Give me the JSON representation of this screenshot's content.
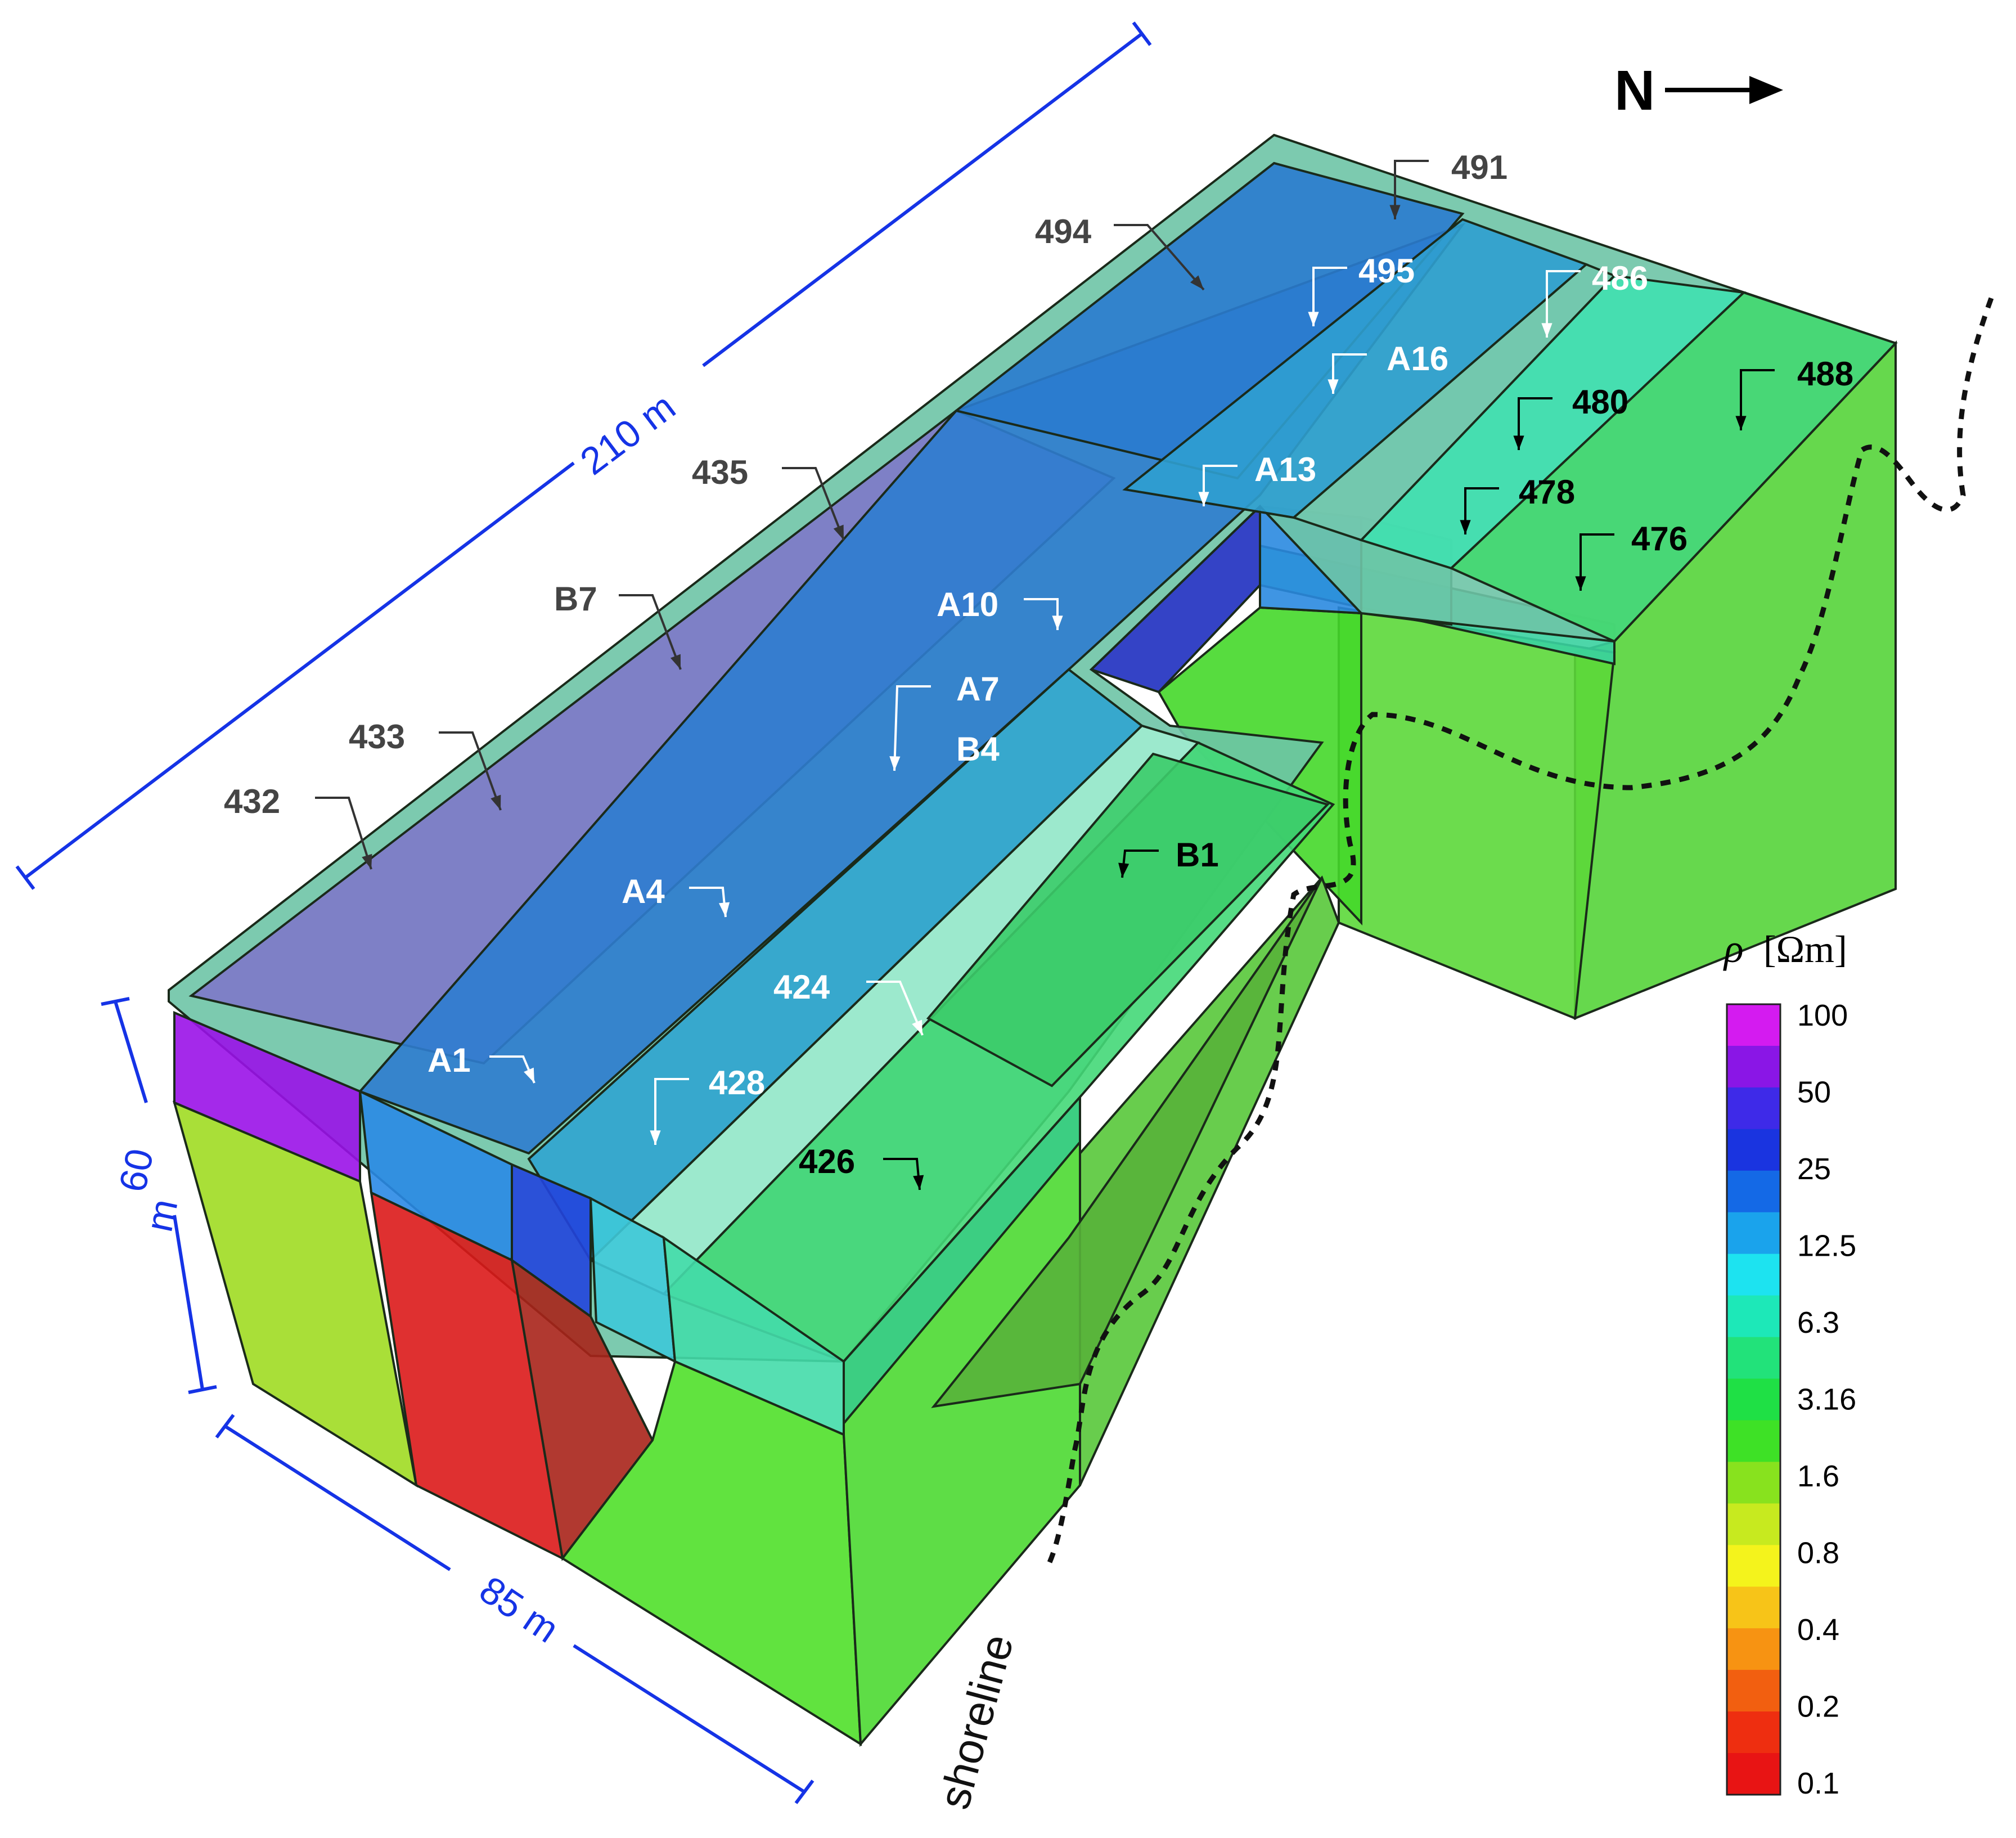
{
  "compass": {
    "label": "N"
  },
  "dimensions": {
    "length": "210 m",
    "width": "85 m",
    "depth_1": "60",
    "depth_2": "m"
  },
  "shoreline_label": "shoreline",
  "colorbar": {
    "title_symbol": "ρ",
    "title_unit": "[Ωm]",
    "ticks": [
      "100",
      "50",
      "25",
      "12.5",
      "6.3",
      "3.16",
      "1.6",
      "0.8",
      "0.4",
      "0.2",
      "0.1"
    ],
    "colors": [
      "#d41bf0",
      "#8a16e6",
      "#3e2ae8",
      "#1a34e0",
      "#1469e6",
      "#1aa3ec",
      "#1de3f0",
      "#1de8b8",
      "#22e27a",
      "#1fe045",
      "#3ee126",
      "#88e21e",
      "#c7ea1f",
      "#f4f31c",
      "#f7c418",
      "#f79312",
      "#f25f10",
      "#ee2e10",
      "#e81414"
    ]
  },
  "labels": [
    {
      "id": "491",
      "text": "491",
      "color": "#444444"
    },
    {
      "id": "494",
      "text": "494",
      "color": "#444444"
    },
    {
      "id": "495",
      "text": "495",
      "color": "#ffffff"
    },
    {
      "id": "486",
      "text": "486",
      "color": "#ffffff"
    },
    {
      "id": "A16",
      "text": "A16",
      "color": "#ffffff"
    },
    {
      "id": "488",
      "text": "488",
      "color": "#000000"
    },
    {
      "id": "480",
      "text": "480",
      "color": "#000000"
    },
    {
      "id": "A13",
      "text": "A13",
      "color": "#ffffff"
    },
    {
      "id": "478",
      "text": "478",
      "color": "#000000"
    },
    {
      "id": "476",
      "text": "476",
      "color": "#000000"
    },
    {
      "id": "435",
      "text": "435",
      "color": "#444444"
    },
    {
      "id": "A10",
      "text": "A10",
      "color": "#ffffff"
    },
    {
      "id": "B7",
      "text": "B7",
      "color": "#444444"
    },
    {
      "id": "A7",
      "text": "A7",
      "color": "#ffffff"
    },
    {
      "id": "B4",
      "text": "B4",
      "color": "#ffffff"
    },
    {
      "id": "433",
      "text": "433",
      "color": "#444444"
    },
    {
      "id": "432",
      "text": "432",
      "color": "#444444"
    },
    {
      "id": "B1",
      "text": "B1",
      "color": "#000000"
    },
    {
      "id": "A4",
      "text": "A4",
      "color": "#ffffff"
    },
    {
      "id": "424",
      "text": "424",
      "color": "#ffffff"
    },
    {
      "id": "A1",
      "text": "A1",
      "color": "#ffffff"
    },
    {
      "id": "428",
      "text": "428",
      "color": "#ffffff"
    },
    {
      "id": "426",
      "text": "426",
      "color": "#000000"
    }
  ]
}
